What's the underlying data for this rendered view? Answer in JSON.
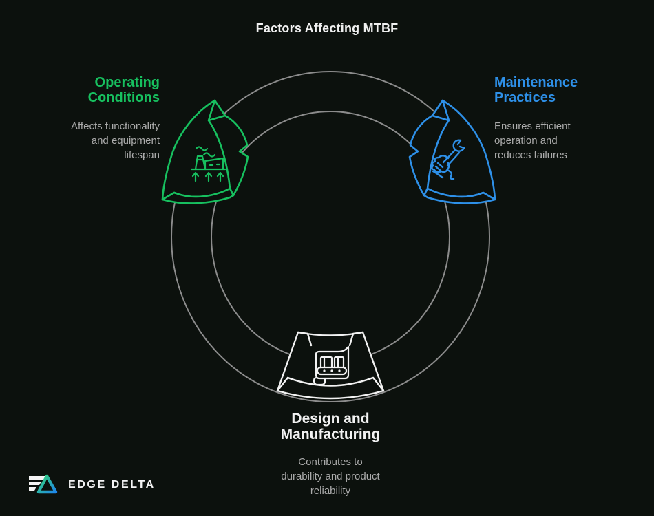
{
  "title": "Factors Affecting MTBF",
  "colors": {
    "background": "#0c110d",
    "green": "#17c05f",
    "blue": "#2e90e8",
    "white": "#f2f2f2",
    "ring": "#8c8c8c",
    "muted": "#ababab"
  },
  "factors": [
    {
      "label": "Operating Conditions",
      "description": "Affects functionality and equipment lifespan",
      "icon": "factory-icon",
      "color": "#17c05f",
      "position": "top-left"
    },
    {
      "label": "Maintenance Practices",
      "description": "Ensures efficient operation and reduces failures",
      "icon": "wrench-icon",
      "color": "#2e90e8",
      "position": "top-right"
    },
    {
      "label": "Design and Manufacturing",
      "description": "Contributes to durability and product reliability",
      "icon": "conveyor-icon",
      "color": "#f2f2f2",
      "position": "bottom"
    }
  ],
  "footer": {
    "brand": "EDGE DELTA"
  }
}
